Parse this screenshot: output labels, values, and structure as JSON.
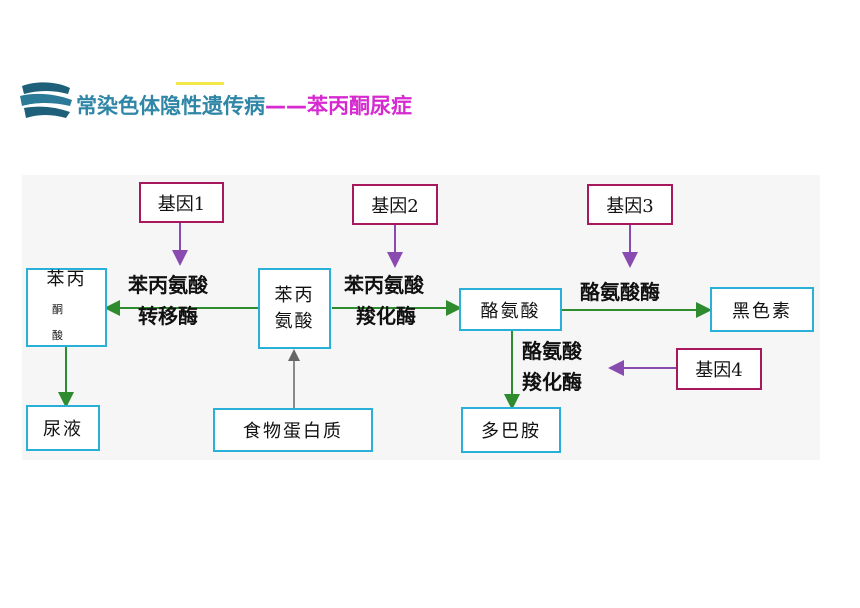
{
  "title": {
    "part1": "常染色体隐性遗传病",
    "dash": "——",
    "part2": "苯丙酮尿症"
  },
  "genes": {
    "g1": "基因1",
    "g2": "基因2",
    "g3": "基因3",
    "g4": "基因4"
  },
  "substances": {
    "phenylpyruvic_line1": "苯丙",
    "phenylpyruvic_line2": "酮 酸",
    "urine": "尿液",
    "phenylalanine_line1": "苯丙",
    "phenylalanine_line2": "氨酸",
    "food_protein": "食物蛋白质",
    "tyrosine": "酪氨酸",
    "dopamine": "多巴胺",
    "melanin": "黑色素"
  },
  "enzymes": {
    "transaminase_line1": "苯丙氨酸",
    "transaminase_line2": "转移酶",
    "hydroxylase_line1": "苯丙氨酸",
    "hydroxylase_line2": "羧化酶",
    "tyrosinase": "酪氨酸酶",
    "tyrosine_hydroxylase_line1": "酪氨酸",
    "tyrosine_hydroxylase_line2": "羧化酶"
  },
  "colors": {
    "title_main": "#2f86a6",
    "title_accent": "#d62ad0",
    "box_border": "#29b0d8",
    "gene_border": "#a8185c",
    "gene_arrow": "#8a4bb0",
    "flow_arrow": "#2e8b2e",
    "food_arrow": "#666666"
  }
}
